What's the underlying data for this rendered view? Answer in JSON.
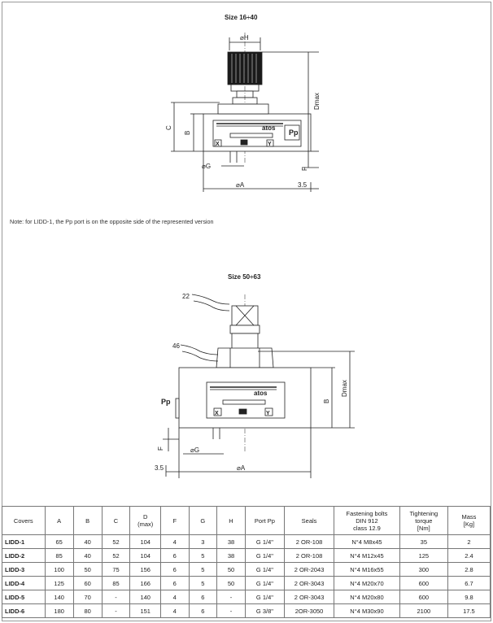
{
  "top_drawing": {
    "title": "Size 16÷40",
    "labels": {
      "phi_h": "⌀H",
      "d_max": "Dmax",
      "c": "C",
      "b": "B",
      "pp": "Pp",
      "f": "F",
      "phi_g": "⌀G",
      "phi_a": "⌀A",
      "dim_35": "3.5",
      "brand": "atos",
      "port_x": "X",
      "port_y": "Y"
    }
  },
  "note": "Note: for LIDD-1, the Pp port is on the opposite side of the represented version",
  "bottom_drawing": {
    "title": "Size 50÷63",
    "labels": {
      "wrench_22": "22",
      "wrench_46": "46",
      "d_max": "Dmax",
      "b": "B",
      "pp": "Pp",
      "f": "F",
      "phi_g": "⌀G",
      "phi_a": "⌀A",
      "dim_35": "3.5",
      "brand": "atos",
      "port_x": "X",
      "port_y": "Y"
    }
  },
  "table": {
    "headers": [
      [
        "Covers"
      ],
      [
        "A"
      ],
      [
        "B"
      ],
      [
        "C"
      ],
      [
        "D",
        "(max)"
      ],
      [
        "F"
      ],
      [
        "G"
      ],
      [
        "H"
      ],
      [
        "Port Pp"
      ],
      [
        "Seals"
      ],
      [
        "Fastening bolts",
        "DIN 912",
        "class 12.9"
      ],
      [
        "Tightening",
        "torque",
        "[Nm]"
      ],
      [
        "Mass",
        "[Kg]"
      ]
    ],
    "rows": [
      [
        "LIDD-1",
        "65",
        "40",
        "52",
        "104",
        "4",
        "3",
        "38",
        "G 1/4\"",
        "2 OR-108",
        "N°4 M8x45",
        "35",
        "2"
      ],
      [
        "LIDD-2",
        "85",
        "40",
        "52",
        "104",
        "6",
        "5",
        "38",
        "G 1/4\"",
        "2 OR-108",
        "N°4 M12x45",
        "125",
        "2.4"
      ],
      [
        "LIDD-3",
        "100",
        "50",
        "75",
        "156",
        "6",
        "5",
        "50",
        "G 1/4\"",
        "2 OR-2043",
        "N°4 M16x55",
        "300",
        "2.8"
      ],
      [
        "LIDD-4",
        "125",
        "60",
        "85",
        "166",
        "6",
        "5",
        "50",
        "G 1/4\"",
        "2 OR-3043",
        "N°4 M20x70",
        "600",
        "6.7"
      ],
      [
        "LIDD-5",
        "140",
        "70",
        "-",
        "140",
        "4",
        "6",
        "-",
        "G 1/4\"",
        "2 OR-3043",
        "N°4 M20x80",
        "600",
        "9.8"
      ],
      [
        "LIDD-6",
        "180",
        "80",
        "-",
        "151",
        "4",
        "6",
        "-",
        "G 3/8\"",
        "2OR-3050",
        "N°4 M30x90",
        "2100",
        "17.5"
      ]
    ]
  }
}
